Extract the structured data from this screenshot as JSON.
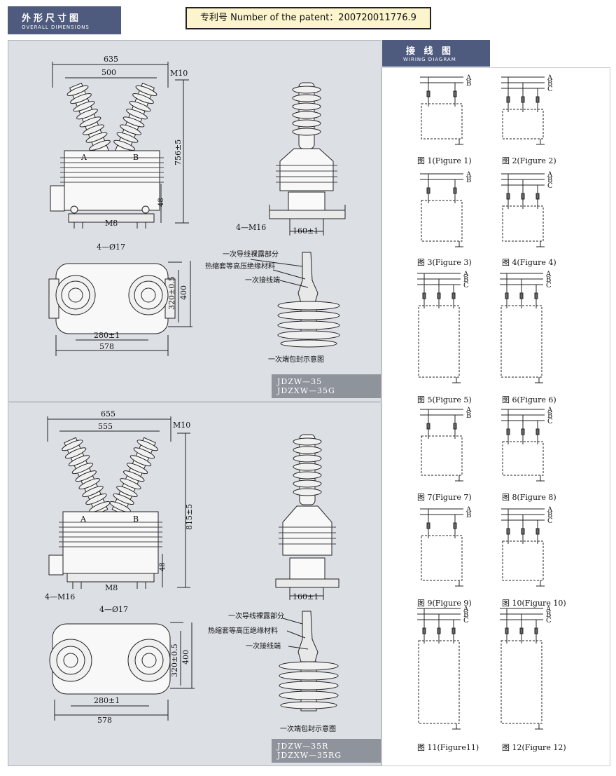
{
  "header": {
    "dims_cn": "外形尺寸图",
    "dims_en": "OVERALL DIMENSIONS",
    "patent": "专利号 Number of the patent：200720011776.9",
    "wiring_cn": "接 线 图",
    "wiring_en": "WIRING DIAGRAM"
  },
  "top_panel": {
    "dim_635": "635",
    "dim_500": "500",
    "m10": "M10",
    "dim_756": "756±5",
    "dim_48": "48",
    "m8": "M8",
    "term_a": "A",
    "term_b": "B",
    "m16": "4—M16",
    "dim_160": "160±1",
    "hole": "4—Ø17",
    "dim_320": "320±0.5",
    "dim_400": "400",
    "dim_280": "280±1",
    "dim_578": "578",
    "seal_1": "一次导线裸露部分",
    "seal_2": "热缩套等高压绝缘材料",
    "seal_3": "一次接线端",
    "seal_caption": "一次端包封示意图",
    "model_1": "JDZW—35",
    "model_2": "JDZXW—35G"
  },
  "bottom_panel": {
    "dim_655": "655",
    "dim_555": "555",
    "m10": "M10",
    "dim_815": "815±5",
    "dim_48": "48",
    "m8": "M8",
    "term_a": "A",
    "term_b": "B",
    "m16": "4—M16",
    "dim_160": "160±1",
    "hole": "4—Ø17",
    "dim_320": "320±0.5",
    "dim_400": "400",
    "dim_280": "280±1",
    "dim_578": "578",
    "seal_1": "一次导线裸露部分",
    "seal_2": "热缩套等高压绝缘材料",
    "seal_3": "一次接线端",
    "seal_caption": "一次端包封示意图",
    "model_1": "JDZW—35R",
    "model_2": "JDZXW—35RG"
  },
  "figures": [
    "图 1(Figure 1)",
    "图 2(Figure 2)",
    "图 3(Figure 3)",
    "图 4(Figure 4)",
    "图 5(Figure 5)",
    "图 6(Figure 6)",
    "图 7(Figure 7)",
    "图 8(Figure 8)",
    "图 9(Figure 9)",
    "图 10(Figure 10)",
    "图 11(Figure11)",
    "图 12(Figure 12)"
  ],
  "phase_labels": [
    "A",
    "B",
    "C"
  ],
  "colors": {
    "tag_bg": "#4e5a7e",
    "panel_bg": "#dcdfe4",
    "patent_bg": "#fbf4cd",
    "model_bg": "#8e939c"
  }
}
